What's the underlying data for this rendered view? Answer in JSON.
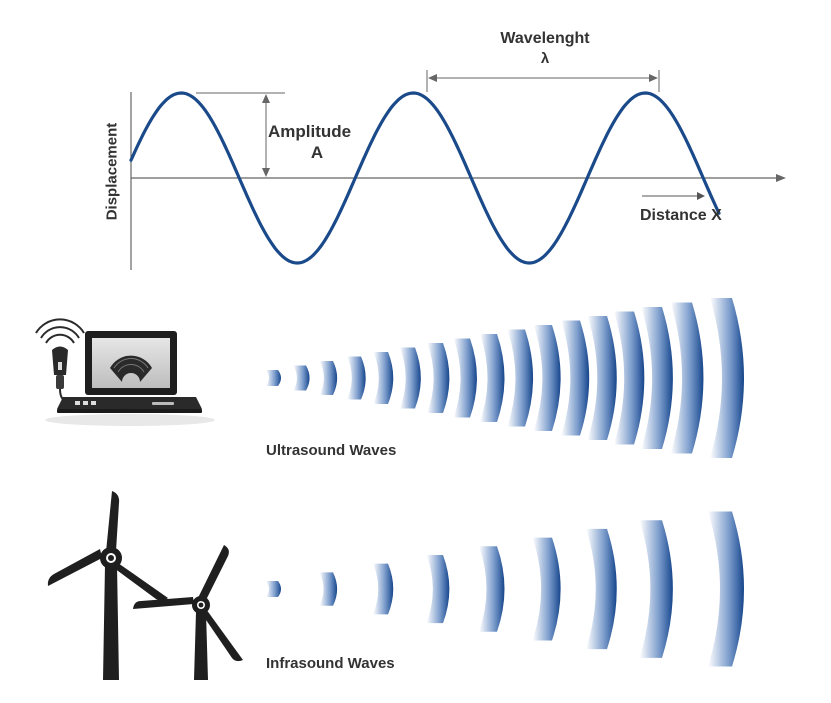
{
  "graph": {
    "wavelength_label": "Wavelenght",
    "wavelength_symbol": "λ",
    "amplitude_label": "Amplitude",
    "amplitude_symbol": "A",
    "x_axis_label": "Distance X",
    "y_axis_label": "Displacement"
  },
  "waves": {
    "ultrasound_label": "Ultrasound Waves",
    "infrasound_label": "Infrasound Waves"
  },
  "colors": {
    "wave_line": "#1a4a8a",
    "wave_band": "#1f57a8",
    "axis": "#555555",
    "text": "#333333",
    "device": "#222222",
    "turbine": "#1f1f1f"
  },
  "icons": {
    "ultrasound_device": "ultrasound-machine-icon",
    "wind_turbines": "wind-turbine-icon"
  }
}
